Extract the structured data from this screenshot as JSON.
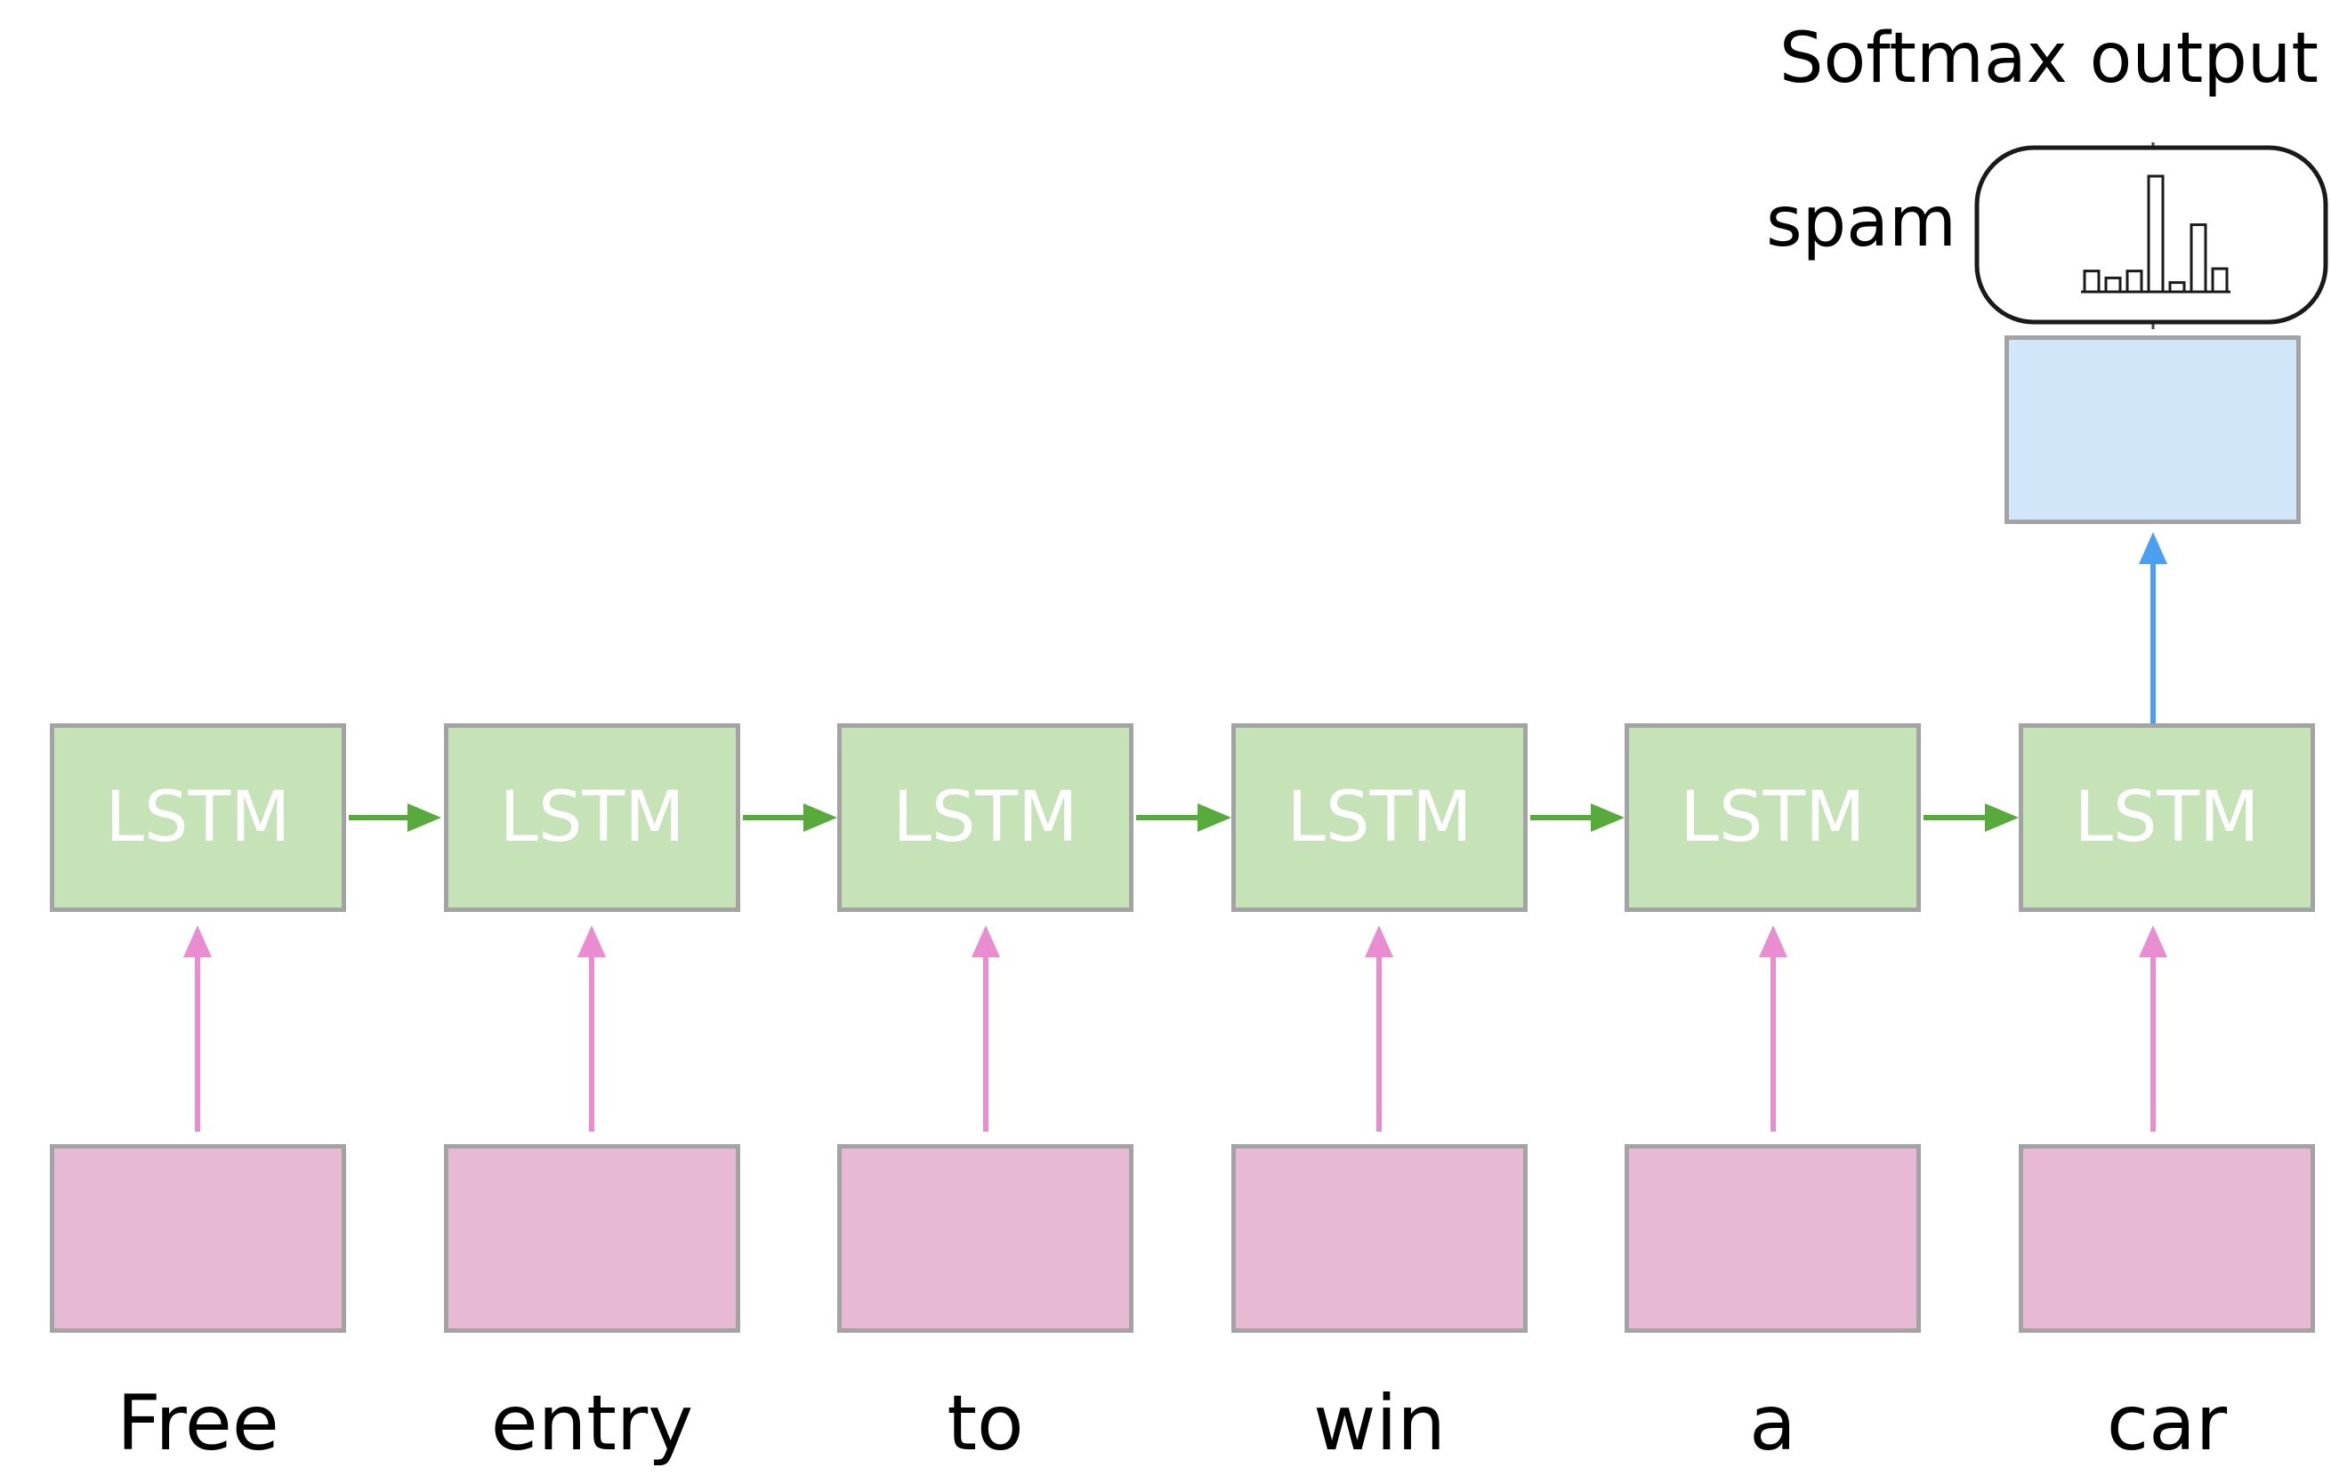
{
  "diagram": {
    "title": "Softmax output",
    "output_label": "spam",
    "cell_label": "LSTM",
    "words": [
      "Free",
      "entry",
      "to",
      "win",
      "a",
      "car"
    ],
    "softmax_bars": [
      0.18,
      0.12,
      0.18,
      1.0,
      0.08,
      0.58,
      0.2
    ],
    "colors": {
      "lstm_fill": "#c6e3b8",
      "embedding_fill": "#e7b9d2",
      "dense_fill": "#d1e6f9",
      "border": "#a3a3a3",
      "recurrent_arrow": "#57ab3a",
      "input_arrow": "#ea8dd0",
      "output_arrow": "#4a9ff0"
    }
  }
}
